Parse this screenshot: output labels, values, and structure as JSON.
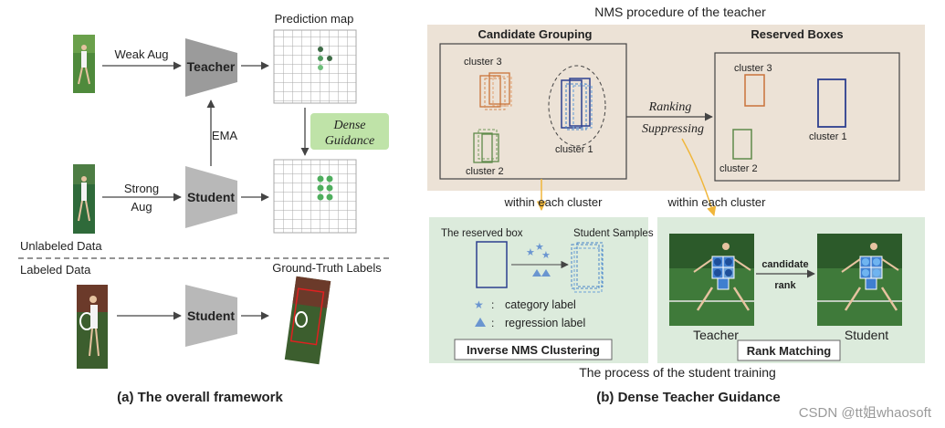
{
  "left_panel": {
    "weak_aug": "Weak Aug",
    "strong_aug_line1": "Strong",
    "strong_aug_line2": "Aug",
    "teacher": "Teacher",
    "student": "Student",
    "student_bottom": "Student",
    "ema": "EMA",
    "prediction_map": "Prediction map",
    "dense_guidance_line1": "Dense",
    "dense_guidance_line2": "Guidance",
    "unlabeled_data": "Unlabeled Data",
    "labeled_data": "Labeled Data",
    "ground_truth_labels": "Ground-Truth Labels",
    "caption": "(a) The overall framework"
  },
  "right_panel": {
    "nms_title": "NMS procedure of the teacher",
    "candidate_grouping": "Candidate Grouping",
    "reserved_boxes": "Reserved Boxes",
    "cluster1": "cluster 1",
    "cluster2": "cluster 2",
    "cluster3": "cluster 3",
    "ranking": "Ranking",
    "suppressing": "Suppressing",
    "within_cluster_left": "within each cluster",
    "within_cluster_right": "within each cluster",
    "reserved_box": "The reserved box",
    "student_samples": "Student Samples",
    "category_label": "category label",
    "regression_label": "regression label",
    "label_sep": ":",
    "inverse_nms": "Inverse NMS Clustering",
    "candidate_rank_line1": "candidate",
    "candidate_rank_line2": "rank",
    "teacher": "Teacher",
    "student": "Student",
    "rank_matching": "Rank Matching",
    "student_process": "The process of the student training",
    "caption": "(b) Dense Teacher Guidance"
  },
  "watermark": "CSDN @tt姐whaosoft",
  "colors": {
    "funnel_gray": "#9b9b9b",
    "grid_line": "#a8a8a8",
    "dot_dark": "#4a7a52",
    "dot_green": "#5cb86b",
    "guidance_bg": "#bfe3a8",
    "beige_bg": "#ece2d6",
    "green_bg": "#dcebdc",
    "cluster_orange": "#c9733a",
    "cluster_green": "#5f8a4a",
    "cluster_blue": "#2d3f8f",
    "arrow_yellow": "#f0b63a",
    "sample_blue": "#4a86c8",
    "court_green": "#3f7a3a"
  }
}
